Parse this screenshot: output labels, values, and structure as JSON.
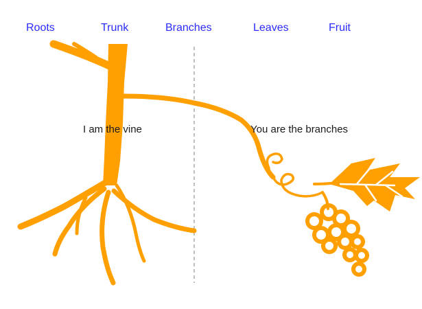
{
  "header": {
    "labels": [
      "Roots",
      "Trunk",
      "Branches",
      "Leaves",
      "Fruit"
    ]
  },
  "captions": {
    "vine": "I am the vine",
    "branches": "You are the branches"
  },
  "colors": {
    "vine": "#ff9f00",
    "label": "#2b2bff",
    "divider": "#808080",
    "caption": "#1a1a1a"
  }
}
